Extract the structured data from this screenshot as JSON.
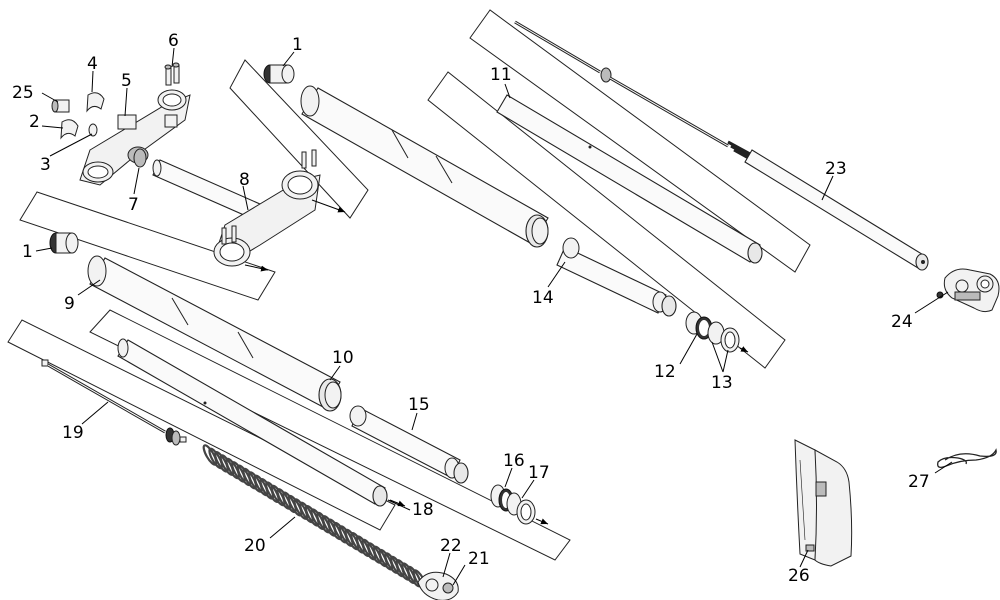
{
  "diagram": {
    "labels": {
      "p1a": "1",
      "p1b": "1",
      "p2": "2",
      "p3": "3",
      "p4": "4",
      "p5": "5",
      "p6": "6",
      "p7": "7",
      "p8": "8",
      "p9": "9",
      "p10": "10",
      "p11": "11",
      "p12": "12",
      "p13": "13",
      "p14": "14",
      "p15": "15",
      "p16": "16",
      "p17": "17",
      "p18": "18",
      "p19": "19",
      "p20": "20",
      "p21": "21",
      "p22": "22",
      "p23": "23",
      "p24": "24",
      "p25": "25",
      "p26": "26",
      "p27": "27"
    }
  }
}
